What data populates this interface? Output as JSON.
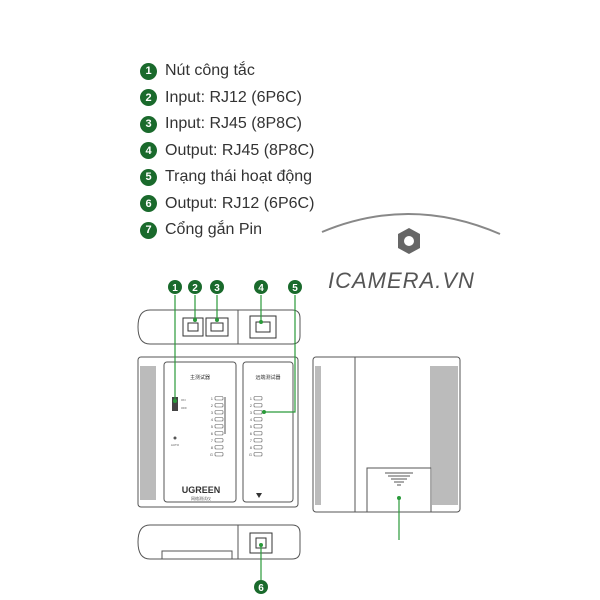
{
  "legend": [
    {
      "num": "1",
      "text": "Nút công tắc"
    },
    {
      "num": "2",
      "text": "Input: RJ12 (6P6C)"
    },
    {
      "num": "3",
      "text": "Input: RJ45 (8P8C)"
    },
    {
      "num": "4",
      "text": "Output: RJ45 (8P8C)"
    },
    {
      "num": "5",
      "text": "Trạng thái hoạt động"
    },
    {
      "num": "6",
      "text": "Output: RJ12 (6P6C)"
    },
    {
      "num": "7",
      "text": "Cổng gắn Pin"
    }
  ],
  "callouts": {
    "c1": "1",
    "c2": "2",
    "c3": "3",
    "c4": "4",
    "c5": "5",
    "c6": "6"
  },
  "watermark": {
    "text": "ICAMERA.VN"
  },
  "device": {
    "brand": "UGREEN",
    "left_panel_title": "主测试器",
    "right_panel_title": "远端测试器",
    "subtitle": "网络测试仪",
    "switch_label_on": "ON",
    "switch_label_off": "OFF",
    "auto_label": "AUTO",
    "led_numbers": [
      "1",
      "2",
      "3",
      "4",
      "5",
      "6",
      "7",
      "8",
      "G"
    ]
  },
  "colors": {
    "badge": "#1a6a2c",
    "line": "#2a9a3a"
  }
}
